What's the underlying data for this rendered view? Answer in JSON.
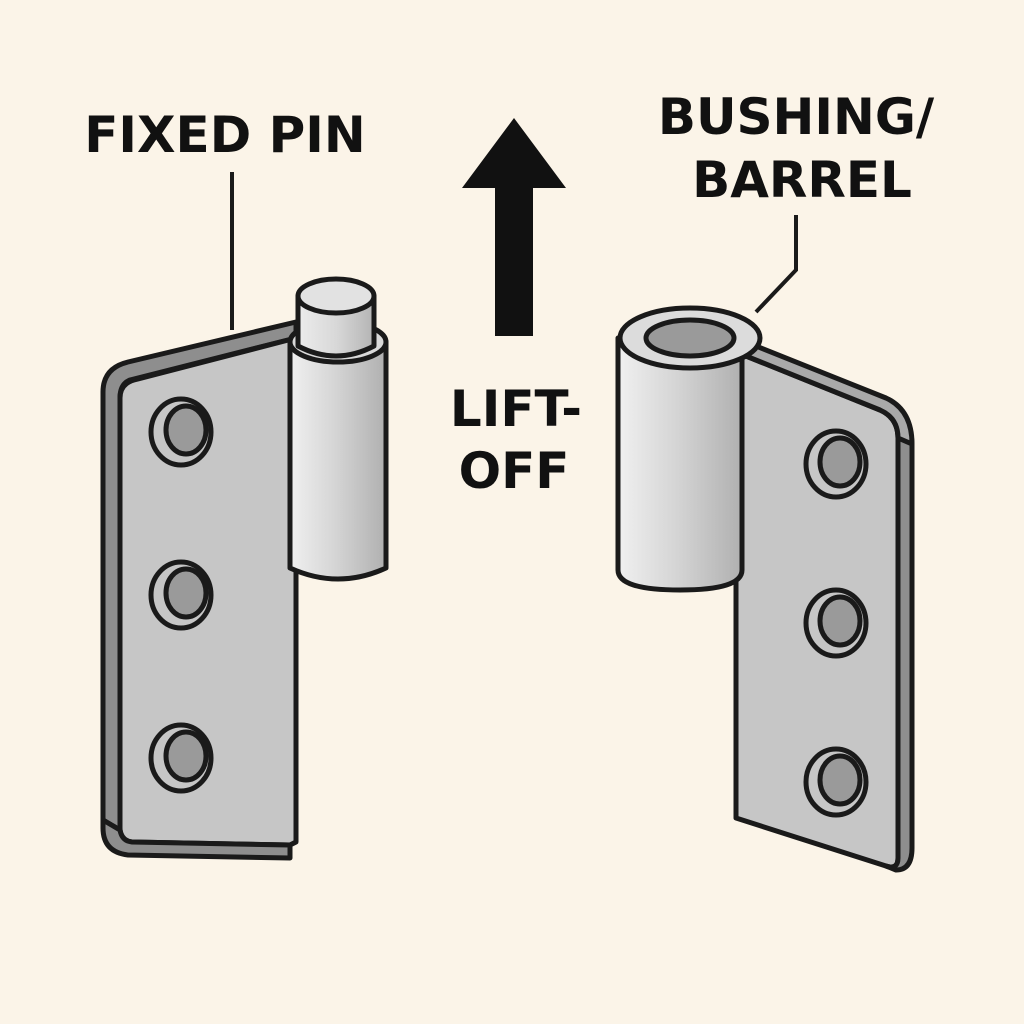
{
  "labels": {
    "fixed_pin": "FIXED PIN",
    "bushing_line1": "BUSHING/",
    "bushing_line2": "BARREL",
    "lift_line1": "LIFT-",
    "lift_line2": "OFF"
  },
  "icons": {
    "arrow": "up-arrow-icon"
  },
  "colors": {
    "background": "#fbf4e8",
    "outline": "#1a1a1a",
    "plate_face": "#c6c6c6",
    "plate_edge": "#8e8e8e",
    "barrel_light": "#e4e4e4",
    "barrel_mid": "#cfcfcf",
    "barrel_shade": "#b3b3b3",
    "hole_fill": "#9a9a9a",
    "text": "#111111"
  }
}
